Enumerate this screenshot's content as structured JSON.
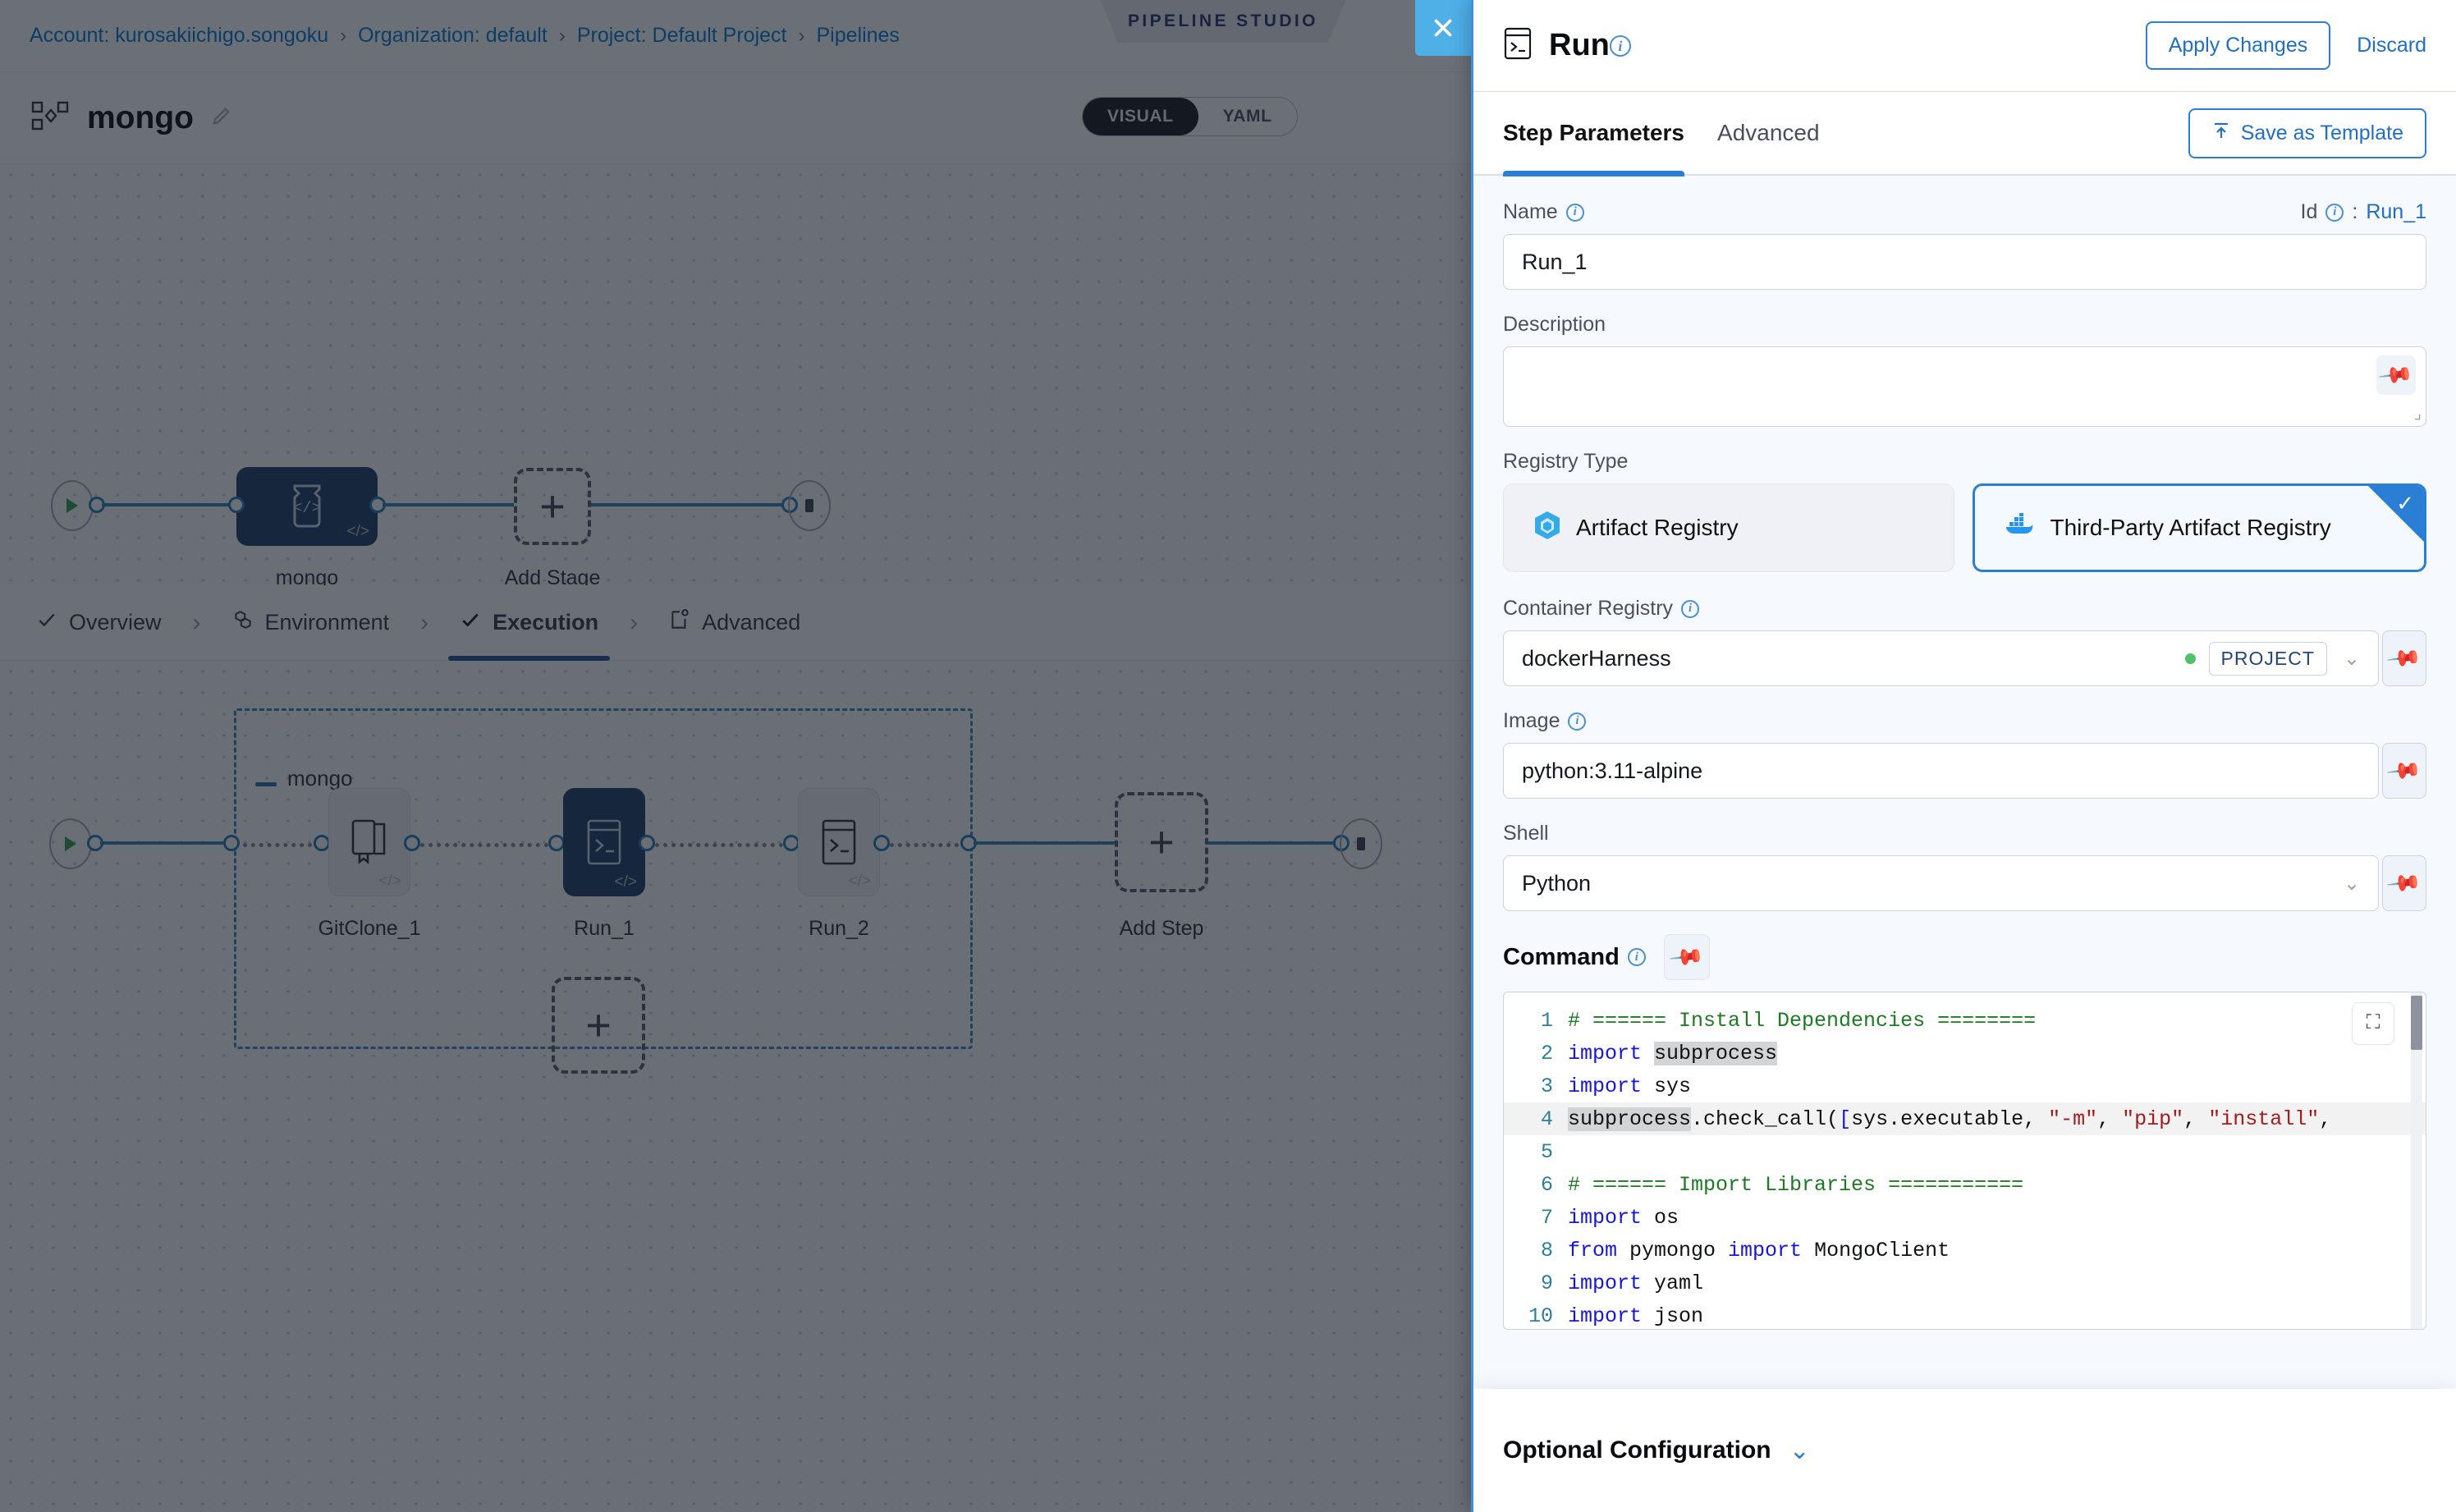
{
  "breadcrumb": {
    "items": [
      "Account: kurosakiichigo.songoku",
      "Organization: default",
      "Project: Default Project",
      "Pipelines"
    ],
    "separator": "›"
  },
  "studio_badge": "PIPELINE STUDIO",
  "close_label": "✕",
  "pipeline": {
    "name": "mongo",
    "edit_icon": "pencil-icon",
    "view_modes": [
      "VISUAL",
      "YAML"
    ],
    "active_view_mode": "VISUAL"
  },
  "stage_graph": {
    "nodes": [
      {
        "label": "mongo",
        "type": "stage",
        "selected": true
      },
      {
        "label": "Add Stage",
        "type": "add-placeholder",
        "selected": false
      }
    ]
  },
  "step_nav": {
    "items": [
      {
        "label": "Overview",
        "icon": "check-icon",
        "active": false
      },
      {
        "label": "Environment",
        "icon": "hexagon-icon",
        "active": false
      },
      {
        "label": "Execution",
        "icon": "check-icon",
        "active": true
      },
      {
        "label": "Advanced",
        "icon": "gear-card-icon",
        "active": false
      }
    ],
    "separator": "›"
  },
  "step_graph": {
    "group_label": "mongo",
    "steps": [
      {
        "label": "GitClone_1",
        "icon": "git-clone-icon",
        "selected": false
      },
      {
        "label": "Run_1",
        "icon": "terminal-icon",
        "selected": true
      },
      {
        "label": "Run_2",
        "icon": "terminal-icon",
        "selected": false
      }
    ],
    "add_step_label": "Add Step"
  },
  "drawer": {
    "title": "Run",
    "icon": "terminal-icon",
    "apply_label": "Apply Changes",
    "discard_label": "Discard",
    "tabs": [
      {
        "label": "Step Parameters",
        "active": true
      },
      {
        "label": "Advanced",
        "active": false
      }
    ],
    "save_template_label": "Save as Template",
    "save_template_icon": "upload-icon",
    "name": {
      "label": "Name",
      "value": "Run_1",
      "id_label": "Id",
      "id_separator": ":",
      "id_value": "Run_1"
    },
    "description": {
      "label": "Description",
      "value": "",
      "placeholder": ""
    },
    "registry_type": {
      "label": "Registry Type",
      "options": [
        {
          "label": "Artifact Registry",
          "icon": "harness-artifact-icon",
          "selected": false
        },
        {
          "label": "Third-Party Artifact Registry",
          "icon": "docker-icon",
          "selected": true
        }
      ]
    },
    "container_registry": {
      "label": "Container Registry",
      "value": "dockerHarness",
      "scope_badge": "PROJECT",
      "scope_dot_color": "#4ec26b"
    },
    "image": {
      "label": "Image",
      "value": "python:3.11-alpine"
    },
    "shell": {
      "label": "Shell",
      "value": "Python"
    },
    "command": {
      "label": "Command",
      "lines": [
        {
          "n": "1",
          "segments": [
            {
              "t": "# ====== Install Dependencies ========",
              "c": "tk-com"
            }
          ]
        },
        {
          "n": "2",
          "segments": [
            {
              "t": "import ",
              "c": "tk-kw"
            },
            {
              "t": "subprocess",
              "c": "hl"
            }
          ]
        },
        {
          "n": "3",
          "segments": [
            {
              "t": "import ",
              "c": "tk-kw"
            },
            {
              "t": "sys",
              "c": ""
            }
          ]
        },
        {
          "n": "4",
          "highlight": true,
          "segments": [
            {
              "t": "subprocess",
              "c": "hl"
            },
            {
              "t": ".check_call(",
              "c": ""
            },
            {
              "t": "[",
              "c": "tk-pn"
            },
            {
              "t": "sys.executable, ",
              "c": ""
            },
            {
              "t": "\"-m\"",
              "c": "tk-str"
            },
            {
              "t": ", ",
              "c": ""
            },
            {
              "t": "\"pip\"",
              "c": "tk-str"
            },
            {
              "t": ", ",
              "c": ""
            },
            {
              "t": "\"install\"",
              "c": "tk-str"
            },
            {
              "t": ",",
              "c": ""
            }
          ]
        },
        {
          "n": "5",
          "segments": [
            {
              "t": "",
              "c": ""
            }
          ]
        },
        {
          "n": "6",
          "segments": [
            {
              "t": "# ====== Import Libraries ===========",
              "c": "tk-com"
            }
          ]
        },
        {
          "n": "7",
          "segments": [
            {
              "t": "import ",
              "c": "tk-kw"
            },
            {
              "t": "os",
              "c": ""
            }
          ]
        },
        {
          "n": "8",
          "segments": [
            {
              "t": "from ",
              "c": "tk-kw"
            },
            {
              "t": "pymongo ",
              "c": ""
            },
            {
              "t": "import ",
              "c": "tk-kw"
            },
            {
              "t": "MongoClient",
              "c": ""
            }
          ]
        },
        {
          "n": "9",
          "segments": [
            {
              "t": "import ",
              "c": "tk-kw"
            },
            {
              "t": "yaml",
              "c": ""
            }
          ]
        },
        {
          "n": "10",
          "segments": [
            {
              "t": "import ",
              "c": "tk-kw"
            },
            {
              "t": "json",
              "c": ""
            }
          ]
        }
      ],
      "expand_icon": "expand-icon"
    },
    "optional_configuration": {
      "label": "Optional Configuration",
      "chevron": "⌄"
    }
  },
  "colors": {
    "accent_blue": "#2a7fd4",
    "selected_node": "#1b3a68",
    "close_button": "#4fb0e8",
    "edge": "#2b80b8",
    "success_dot": "#4ec26b"
  }
}
